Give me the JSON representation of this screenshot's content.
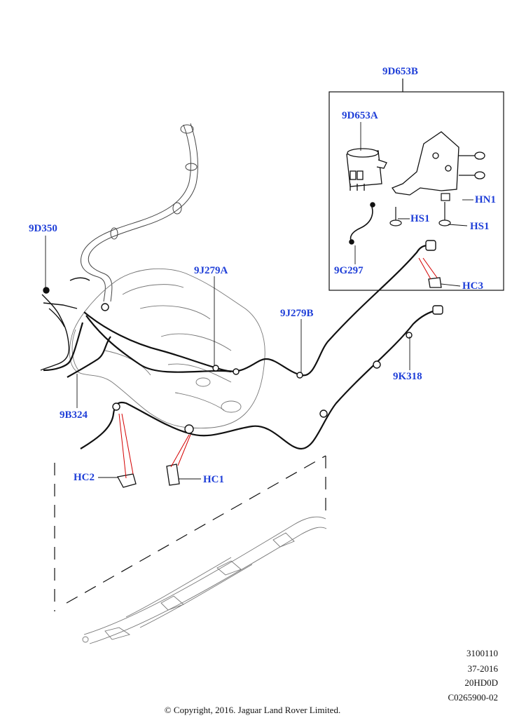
{
  "callouts": {
    "9D653B": "9D653B",
    "9D653A": "9D653A",
    "HN1": "HN1",
    "HS1_a": "HS1",
    "HS1_b": "HS1",
    "9G297": "9G297",
    "HC3": "HC3",
    "9D350": "9D350",
    "9J279A": "9J279A",
    "9J279B": "9J279B",
    "9K318": "9K318",
    "9B324": "9B324",
    "HC2": "HC2",
    "HC1": "HC1"
  },
  "reference_codes": [
    "3100110",
    "37-2016",
    "20HD0D",
    "C0265900-02"
  ],
  "copyright": "© Copyright, 2016. Jaguar Land Rover Limited.",
  "colors": {
    "callout": "#1f3fd8",
    "line": "#111111",
    "leader_red": "#d40000"
  }
}
